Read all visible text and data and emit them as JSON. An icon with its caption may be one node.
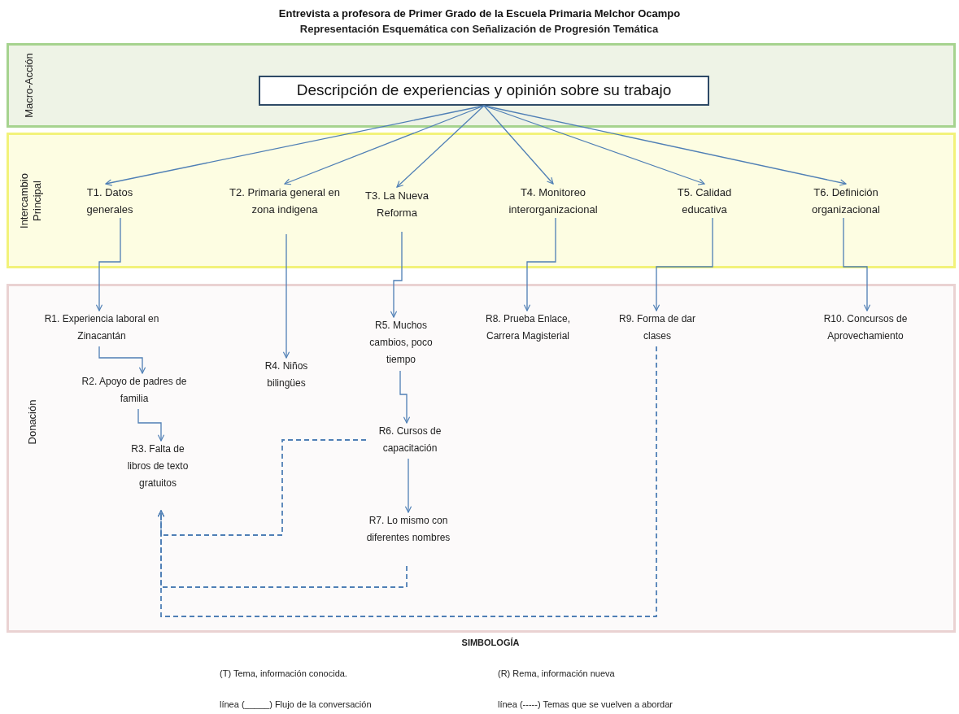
{
  "diagram": {
    "title": "Entrevista a profesora de Primer Grado de la Escuela Primaria Melchor Ocampo",
    "nodes": [
      {
        "text": [
          "Macro-Acción"
        ]
      },
      {
        "text": [
          "Descripción de experiencias y opinión sobre su trabajo"
        ],
        "in": 0
      },
      {
        "text": [
          "Intercambio Principal"
        ]
      },
      {
        "text": [
          "T1. Datos generales"
        ],
        "in": 2
      },
      {
        "text": [
          "T2. Primaria general en zona indigena"
        ],
        "in": 2
      },
      {
        "text": [
          "T3. La Nueva Reforma"
        ],
        "in": 2
      },
      {
        "text": [
          "T4. Monitoreo interorganizacional"
        ],
        "in": 2
      },
      {
        "text": [
          "T5. Calidad educativa"
        ],
        "in": 2
      },
      {
        "text": [
          "T6. Definición organizacional"
        ],
        "in": 2
      },
      {
        "text": [
          "Donación"
        ]
      },
      {
        "text": [
          "R1. Experiencia laboral en Zinacantán"
        ],
        "in": 9
      },
      {
        "text": [
          "R2. Apoyo de padres de familia"
        ],
        "in": 9
      },
      {
        "text": [
          "R3. Falta de libros de texto gratuitos"
        ],
        "in": 9
      },
      {
        "text": [
          "R4. Niños bilingües"
        ],
        "in": 9
      },
      {
        "text": [
          "R5. Muchos cambios, poco tiempo"
        ],
        "in": 9
      },
      {
        "text": [
          "R6. Cursos de capacitación"
        ],
        "in": 9
      },
      {
        "text": [
          "R7. Lo mismo con diferentes nombres"
        ],
        "in": 9
      },
      {
        "text": [
          "R8. Prueba Enlace, Carrera Magisterial"
        ],
        "in": 9
      },
      {
        "text": [
          "R9. Forma de dar clases"
        ],
        "in": 9
      },
      {
        "text": [
          "R10. Concursos de Aprovechamiento"
        ],
        "in": 9
      }
    ],
    "edges": [
      {
        "from": 1,
        "to": 3,
        "arrow": "to"
      },
      {
        "from": 1,
        "to": 4,
        "arrow": "to"
      },
      {
        "from": 1,
        "to": 5,
        "arrow": "to"
      },
      {
        "from": 1,
        "to": 6,
        "arrow": "to"
      },
      {
        "from": 1,
        "to": 7,
        "arrow": "to"
      },
      {
        "from": 1,
        "to": 8,
        "arrow": "to"
      },
      {
        "from": 3,
        "to": 10,
        "arrow": "to"
      },
      {
        "from": 4,
        "to": 13,
        "arrow": "to"
      },
      {
        "from": 5,
        "to": 14,
        "arrow": "to"
      },
      {
        "from": 6,
        "to": 17,
        "arrow": "to"
      },
      {
        "from": 7,
        "to": 18,
        "arrow": "to"
      },
      {
        "from": 8,
        "to": 19,
        "arrow": "to"
      },
      {
        "from": 10,
        "to": 11,
        "arrow": "to"
      },
      {
        "from": 11,
        "to": 12,
        "arrow": "to"
      },
      {
        "from": 14,
        "to": 15,
        "arrow": "to"
      },
      {
        "from": 15,
        "to": 16,
        "arrow": "to"
      },
      {
        "from": 15,
        "to": 12,
        "arrow": "to",
        "style": "dashed"
      },
      {
        "from": 16,
        "to": 12,
        "arrow": "to",
        "style": "dashed"
      },
      {
        "from": 18,
        "to": 12,
        "arrow": "to",
        "style": "dashed"
      }
    ],
    "labels": [
      "Representación Esquemática con Señalización de Progresión Temática",
      "SIMBOLOGÍA",
      "(T) Tema,  información conocida.",
      "(R) Rema,  información nueva",
      "línea (_____) Flujo de la conversación",
      "línea (-----) Temas que se vuelven a abordar"
    ]
  }
}
